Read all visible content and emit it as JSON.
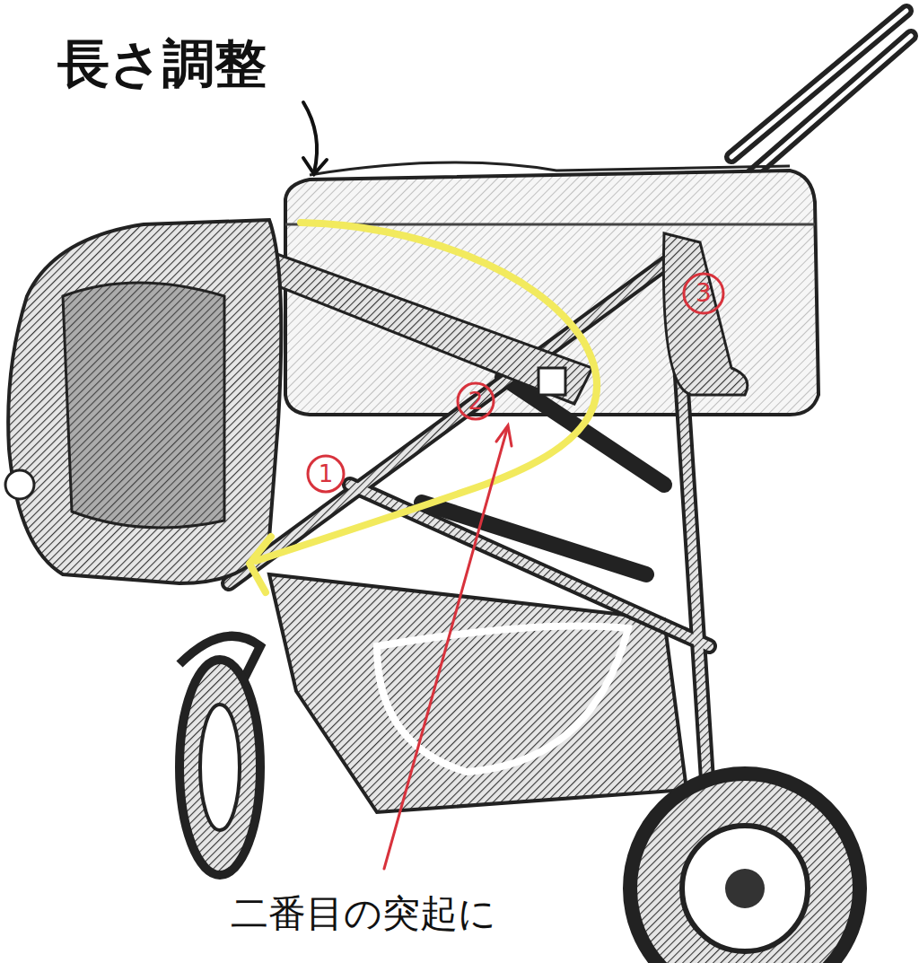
{
  "diagram": {
    "labels": [
      "長さ調整",
      "1",
      "2",
      "3",
      "二番目の突起に"
    ]
  }
}
